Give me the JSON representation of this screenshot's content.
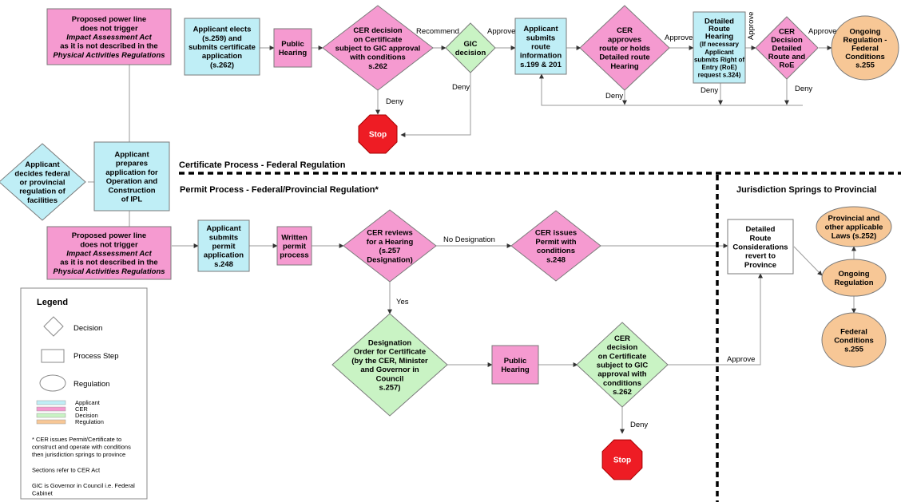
{
  "colors": {
    "applicant": "#bfeef6",
    "cer": "#f59ad0",
    "decision": "#c9f3c4",
    "regulation": "#f7c796",
    "stop": "#ee1c24",
    "process": "#ffffff"
  },
  "nodes": {
    "no_trigger_top": [
      "Proposed power line",
      "does not trigger",
      "Impact Assessment Act",
      "as it is not described in the",
      "Physical Activities Regulations"
    ],
    "applicant_elects": [
      "Applicant elects",
      "(s.259) and",
      "submits certificate",
      "application",
      "(s.262)"
    ],
    "public_hearing_top": [
      "Public",
      "Hearing"
    ],
    "cer_decision_top": [
      "CER decision",
      "on Certificate",
      "subject to GIC approval",
      "with conditions",
      "s.262"
    ],
    "gic_decision": [
      "GIC",
      "decision"
    ],
    "applicant_route": [
      "Applicant",
      "submits",
      "route",
      "information",
      "s.199 & 201"
    ],
    "cer_approves_route": [
      "CER",
      "approves",
      "route or holds",
      "Detailed route",
      "Hearing"
    ],
    "detailed_route_hearing": [
      "Detailed",
      "Route",
      "Hearing",
      "(If necessary",
      "Applicant",
      "submits Right of",
      "Entry (RoE)",
      "request s.324)"
    ],
    "cer_decision_roe": [
      "CER",
      "Decision",
      "Detailed",
      "Route and",
      "RoE"
    ],
    "ongoing_federal_top": [
      "Ongoing",
      "Regulation -",
      "Federal",
      "Conditions",
      "s.255"
    ],
    "stop_top": "Stop",
    "applicant_decides": [
      "Applicant",
      "decides federal",
      "or provincial",
      "regulation of",
      "facilities"
    ],
    "applicant_prepares": [
      "Applicant",
      "prepares",
      "application for",
      "Operation and",
      "Construction",
      "of IPL"
    ],
    "no_trigger_bottom": [
      "Proposed power line",
      "does not trigger",
      "Impact Assessment Act",
      "as it is not described in the",
      "Physical Activities Regulations"
    ],
    "applicant_permit": [
      "Applicant",
      "submits",
      "permit",
      "application",
      "s.248"
    ],
    "written_permit": [
      "Written",
      "permit",
      "process"
    ],
    "cer_reviews": [
      "CER reviews",
      "for a Hearing",
      "(s.257",
      "Designation)"
    ],
    "cer_issues_permit": [
      "CER issues",
      "Permit with",
      "conditions",
      "s.248"
    ],
    "designation_order": [
      "Designation",
      "Order for Certificate",
      "(by the CER, Minister",
      "and Governor in",
      "Council",
      "s.257)"
    ],
    "public_hearing_bottom": [
      "Public",
      "Hearing"
    ],
    "cer_decision_bottom": [
      "CER",
      "decision",
      "on Certificate",
      "subject to GIC",
      "approval with",
      "conditions",
      "s.262"
    ],
    "stop_bottom": "Stop",
    "detailed_route_considerations": [
      "Detailed",
      "Route",
      "Considerations",
      "revert to",
      "Province"
    ],
    "provincial_laws": [
      "Provincial and",
      "other applicable",
      "Laws (s.252)"
    ],
    "ongoing_regulation": [
      "Ongoing",
      "Regulation"
    ],
    "federal_conditions": [
      "Federal",
      "Conditions",
      "s.255"
    ]
  },
  "edge_labels": {
    "recommend": "Recommend",
    "approve_gic": "Approve",
    "deny_gic": "Deny",
    "deny_cer_top": "Deny",
    "approve_route": "Approve",
    "approve_vertical": "Approve",
    "approve_roe": "Approve",
    "deny_route": "Deny",
    "deny_hearing": "Deny",
    "deny_roe": "Deny",
    "no_designation": "No Designation",
    "yes": "Yes",
    "deny_bottom": "Deny",
    "approve_bottom": "Approve"
  },
  "sections": {
    "certificate": "Certificate Process - Federal Regulation",
    "permit": "Permit Process - Federal/Provincial Regulation*",
    "jurisdiction": "Jurisdiction Springs to Provincial"
  },
  "legend": {
    "title": "Legend",
    "decision": "Decision",
    "process_step": "Process Step",
    "regulation": "Regulation",
    "color_keys": [
      "Applicant",
      "CER",
      "Decision",
      "Regulation"
    ],
    "notes": [
      [
        "*  CER issues Permit/Certificate to",
        "construct and operate with conditions",
        "then jurisdiction springs to province"
      ],
      [
        "Sections refer to CER Act"
      ],
      [
        "GIC is Governor in Council i.e. Federal",
        "Cabinet"
      ]
    ]
  }
}
